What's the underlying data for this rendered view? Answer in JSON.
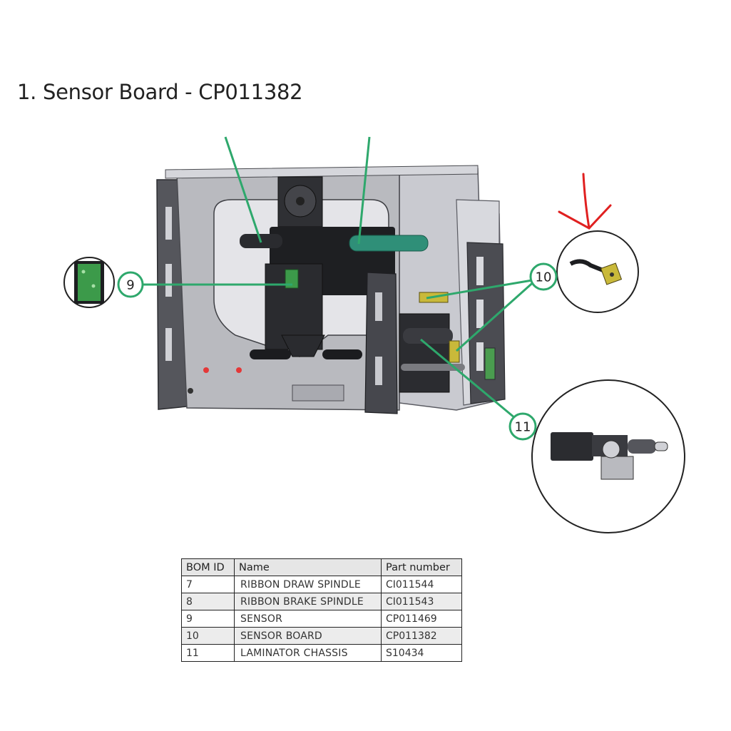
{
  "page": {
    "title": "1. Sensor Board - CP011382"
  },
  "callouts": {
    "c9": "9",
    "c10": "10",
    "c11": "11"
  },
  "colors": {
    "callout_green": "#2ea86c",
    "annotation_red": "#e02020",
    "sensor_green": "#3c9a4a",
    "chassis_gray": "#b7b8bd"
  },
  "bom": {
    "headers": [
      "BOM ID",
      "Name",
      "Part number"
    ],
    "rows": [
      [
        "7",
        "RIBBON DRAW SPINDLE",
        "CI011544"
      ],
      [
        "8",
        "RIBBON BRAKE SPINDLE",
        "CI011543"
      ],
      [
        "9",
        "SENSOR",
        "CP011469"
      ],
      [
        "10",
        "SENSOR BOARD",
        "CP011382"
      ],
      [
        "11",
        "LAMINATOR CHASSIS",
        "S10434"
      ]
    ]
  }
}
